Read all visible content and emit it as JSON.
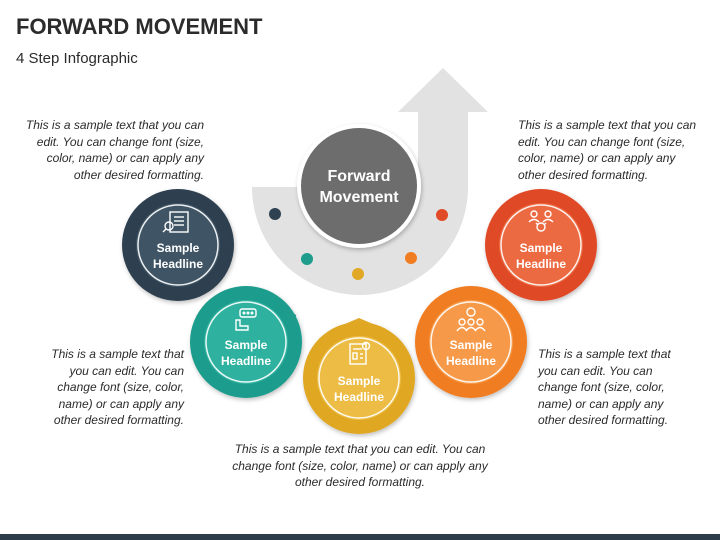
{
  "title": "FORWARD MOVEMENT",
  "subtitle": "4 Step Infographic",
  "center": {
    "line1": "Forward",
    "line2": "Movement"
  },
  "steps": [
    {
      "line1": "Sample",
      "line2": "Headline",
      "color": "#2e4150",
      "icon": "document-search-icon"
    },
    {
      "line1": "Sample",
      "line2": "Headline",
      "color": "#1f9c8c",
      "icon": "hand-chat-icon"
    },
    {
      "line1": "Sample",
      "line2": "Headline",
      "color": "#e0a824",
      "icon": "report-icon"
    },
    {
      "line1": "Sample",
      "line2": "Headline",
      "color": "#f07d22",
      "icon": "team-gear-icon"
    },
    {
      "line1": "Sample",
      "line2": "Headline",
      "color": "#e04a26",
      "icon": "people-network-icon"
    }
  ],
  "descriptions": {
    "top_left": "This is a sample text that you can edit. You can change font (size, color, name) or can apply any other desired formatting.",
    "top_right": "This is a sample text that you can edit. You can change font (size, color, name) or can apply any other desired formatting.",
    "mid_left": "This is a sample text that you can edit. You can change font (size, color, name) or can apply any other desired formatting.",
    "mid_right": "This is a sample text that you can edit. You can change font (size, color, name) or can apply any other desired formatting.",
    "bottom": "This is a sample text that you can edit. You can change font (size, color, name) or can apply any other desired formatting."
  }
}
